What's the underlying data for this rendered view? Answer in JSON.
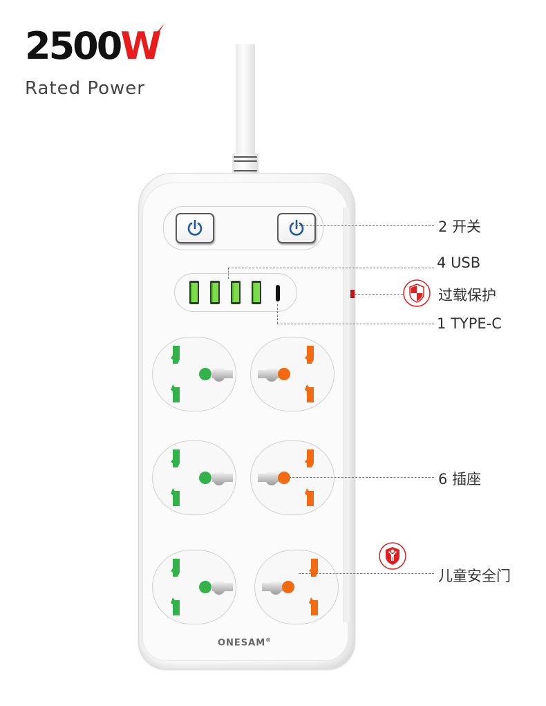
{
  "headline": {
    "value": "2500",
    "unit": "W",
    "caption": "Rated Power"
  },
  "colors": {
    "accent_red": "#e81c1c",
    "power_icon_blue": "#1f57a6",
    "usb_green": "#7cdc4c",
    "socket_green": "#33b24a",
    "socket_orange": "#f26a12"
  },
  "product": {
    "brand": "ONESAM",
    "brand_mark": "®"
  },
  "callouts": [
    {
      "count": "2",
      "label": "开关"
    },
    {
      "count": "4",
      "label": "USB"
    },
    {
      "count": "",
      "label": "过载保护",
      "icon": "shield-checker-icon"
    },
    {
      "count": "1",
      "label": "TYPE-C"
    },
    {
      "count": "6",
      "label": "插座"
    },
    {
      "count": "",
      "label": "儿童安全门",
      "icon": "child-shield-icon"
    }
  ],
  "switches": [
    {
      "icon": "power-icon"
    },
    {
      "icon": "power-icon"
    }
  ],
  "usb_ports": 4,
  "typec_ports": 1,
  "sockets": [
    {
      "row": 1,
      "col": 1,
      "color": "green"
    },
    {
      "row": 1,
      "col": 2,
      "color": "orange"
    },
    {
      "row": 2,
      "col": 1,
      "color": "green"
    },
    {
      "row": 2,
      "col": 2,
      "color": "orange"
    },
    {
      "row": 3,
      "col": 1,
      "color": "green"
    },
    {
      "row": 3,
      "col": 2,
      "color": "orange"
    }
  ]
}
